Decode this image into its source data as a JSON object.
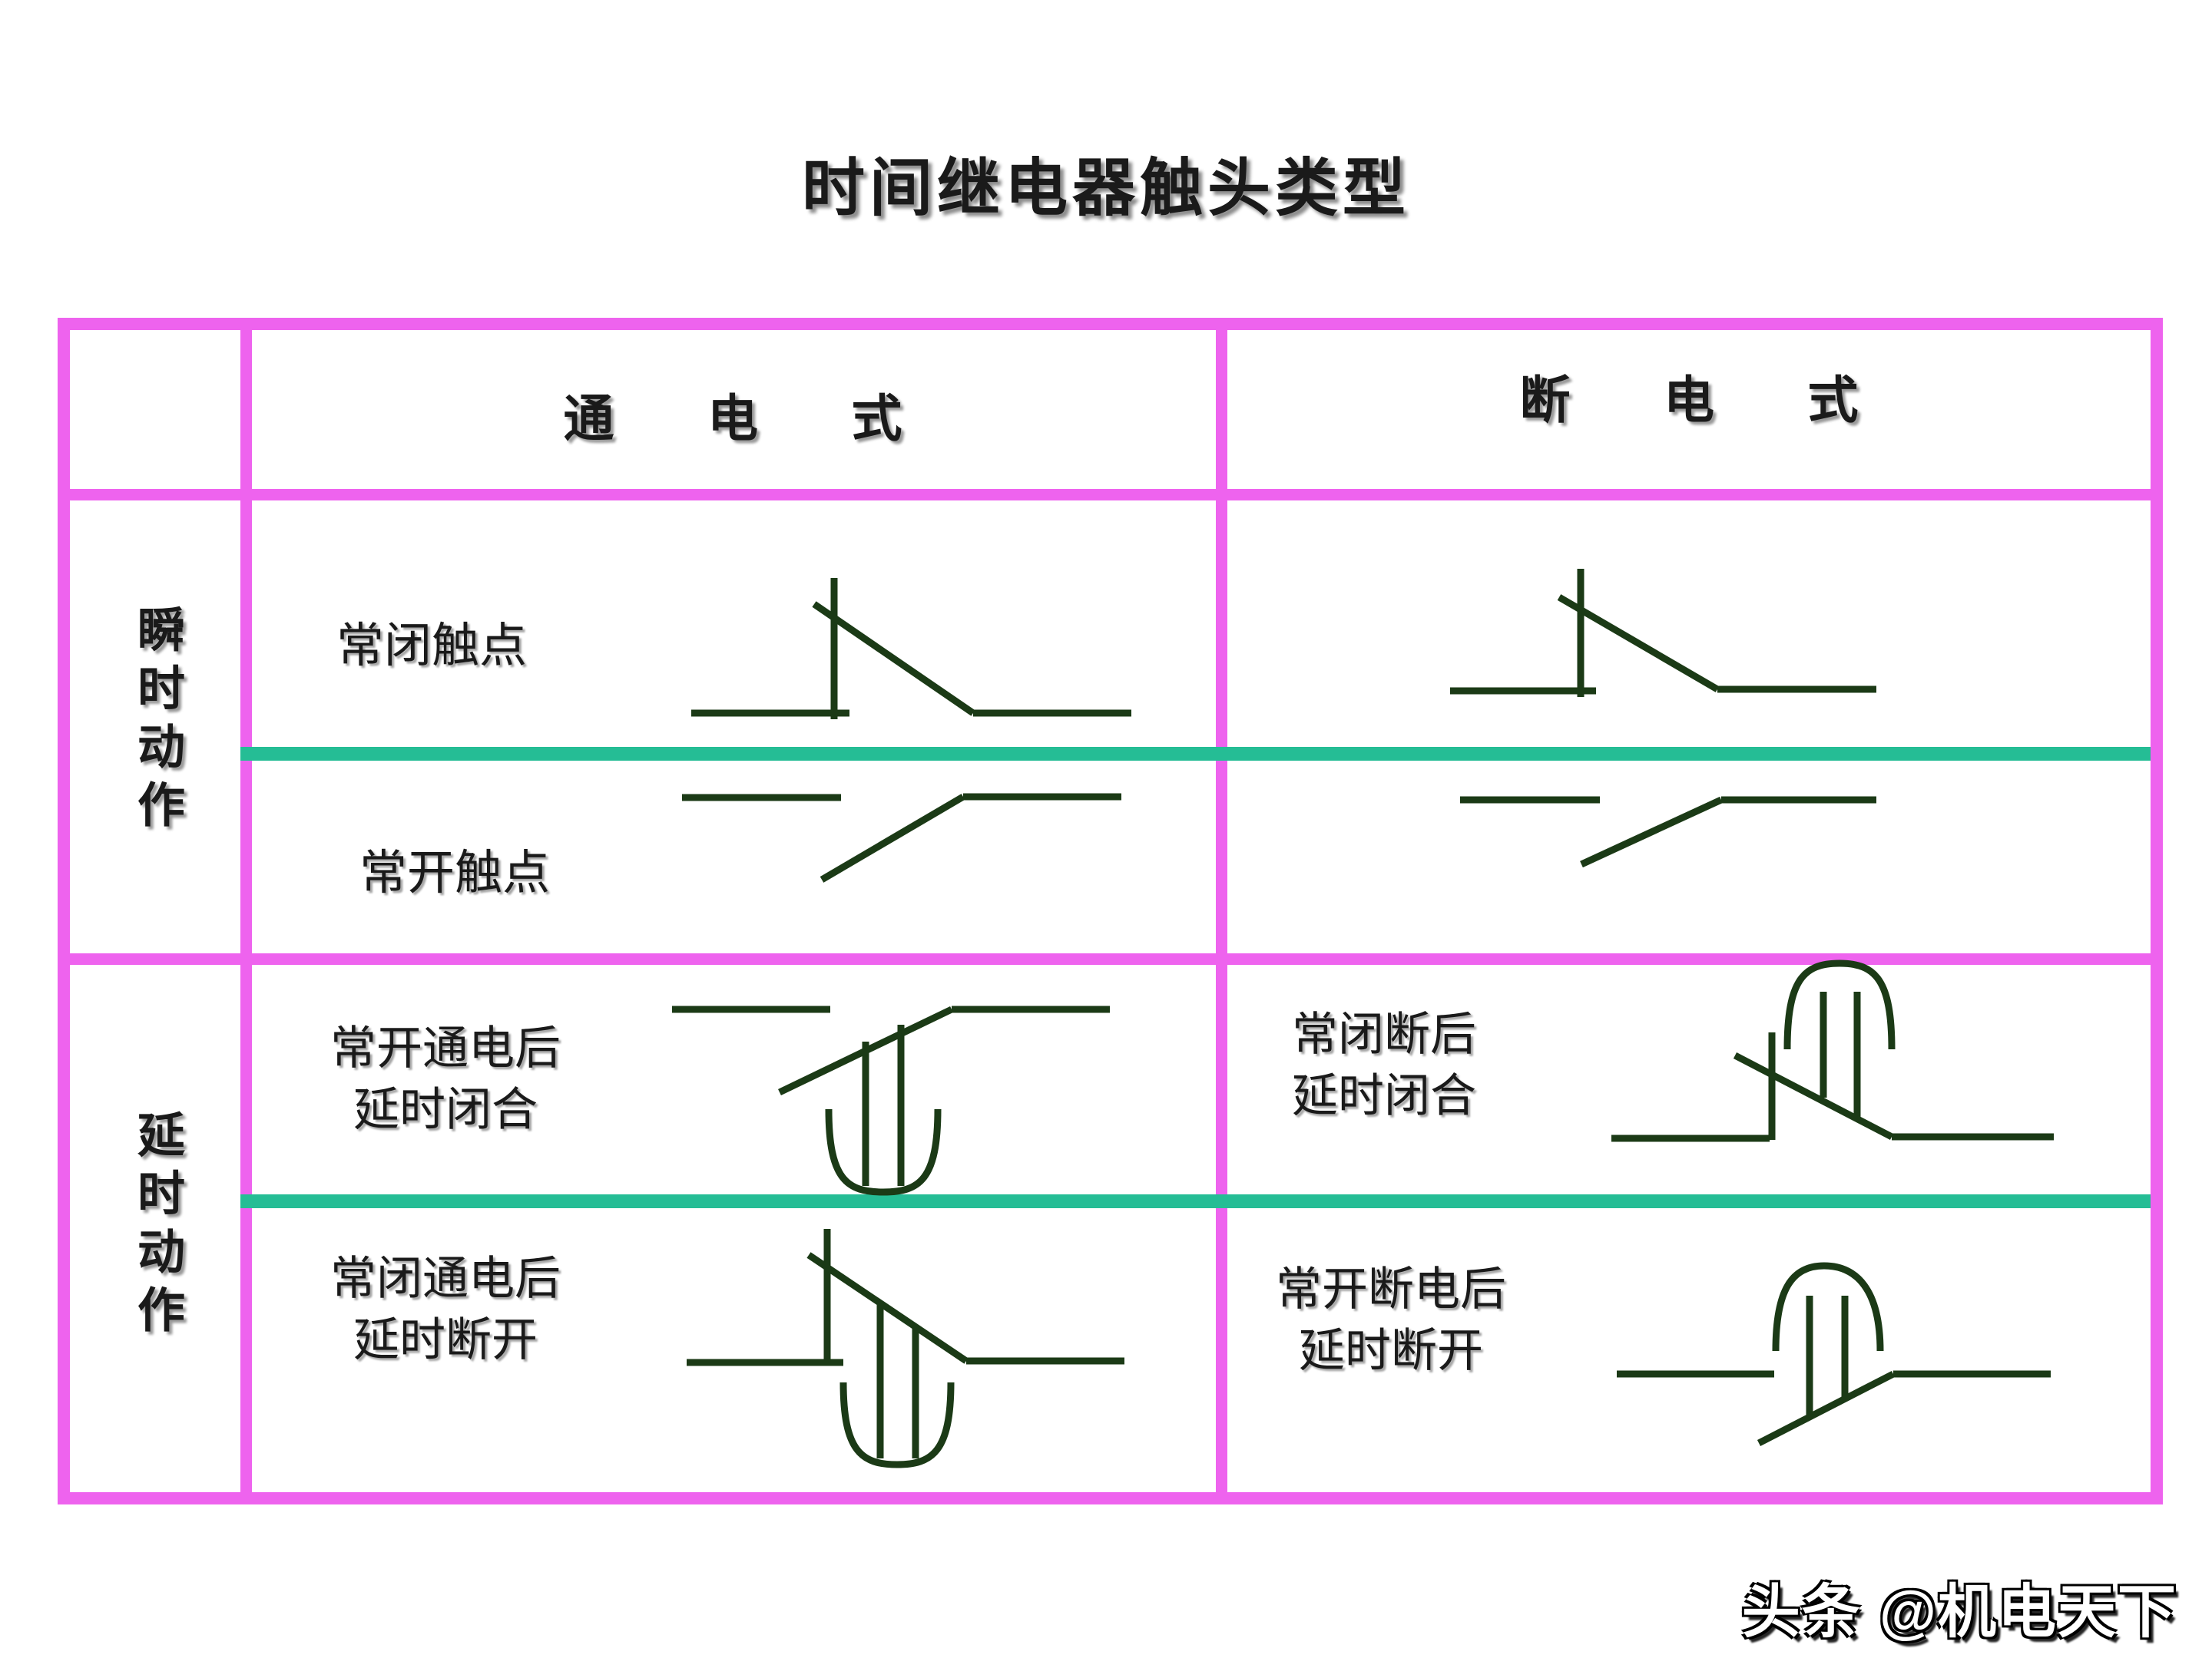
{
  "title": "时间继电器触头类型",
  "watermark": "头条 @机电天下",
  "colors": {
    "table_border": "#ee63ee",
    "row_separator": "#25bd95",
    "symbol_stroke": "#1b3a16",
    "text": "#1a1a1a",
    "background": "#ffffff"
  },
  "table": {
    "corner_label": "",
    "col_headers": [
      "通 电 式",
      "断 电 式"
    ],
    "row_groups": [
      {
        "label": "瞬时动作",
        "rows": [
          {
            "energized": {
              "label": "常闭触点",
              "symbol": "normally-closed-contact"
            },
            "deenergized": {
              "label": "",
              "symbol": "normally-closed-contact"
            }
          },
          {
            "energized": {
              "label": "常开触点",
              "symbol": "normally-open-contact"
            },
            "deenergized": {
              "label": "",
              "symbol": "normally-open-contact"
            }
          }
        ]
      },
      {
        "label": "延时动作",
        "rows": [
          {
            "energized": {
              "label_line1": "常开通电后",
              "label_line2": "延时闭合",
              "symbol": "normally-open-on-delay-closing"
            },
            "deenergized": {
              "label_line1": "常闭断后",
              "label_line2": "延时闭合",
              "symbol": "normally-closed-off-delay-closing"
            }
          },
          {
            "energized": {
              "label_line1": "常闭通电后",
              "label_line2": "延时断开",
              "symbol": "normally-closed-on-delay-opening"
            },
            "deenergized": {
              "label_line1": "常开断电后",
              "label_line2": "延时断开",
              "symbol": "normally-open-off-delay-opening"
            }
          }
        ]
      }
    ]
  }
}
